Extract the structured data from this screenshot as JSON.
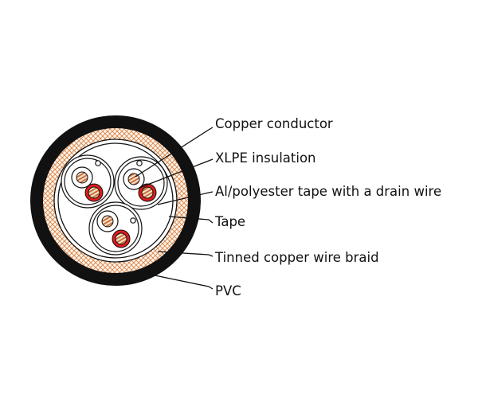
{
  "diagram": {
    "labels": [
      "Copper conductor",
      "XLPE insulation",
      "Al/polyester tape with a drain wire",
      "Tape",
      "Tinned copper wire braid",
      "PVC"
    ],
    "colors": {
      "jacket": "#111111",
      "braid": "#d9834a",
      "braid_bg": "#fdf5ea",
      "insulation_red": "#e01b1b",
      "conductor": "#c9703a"
    }
  }
}
